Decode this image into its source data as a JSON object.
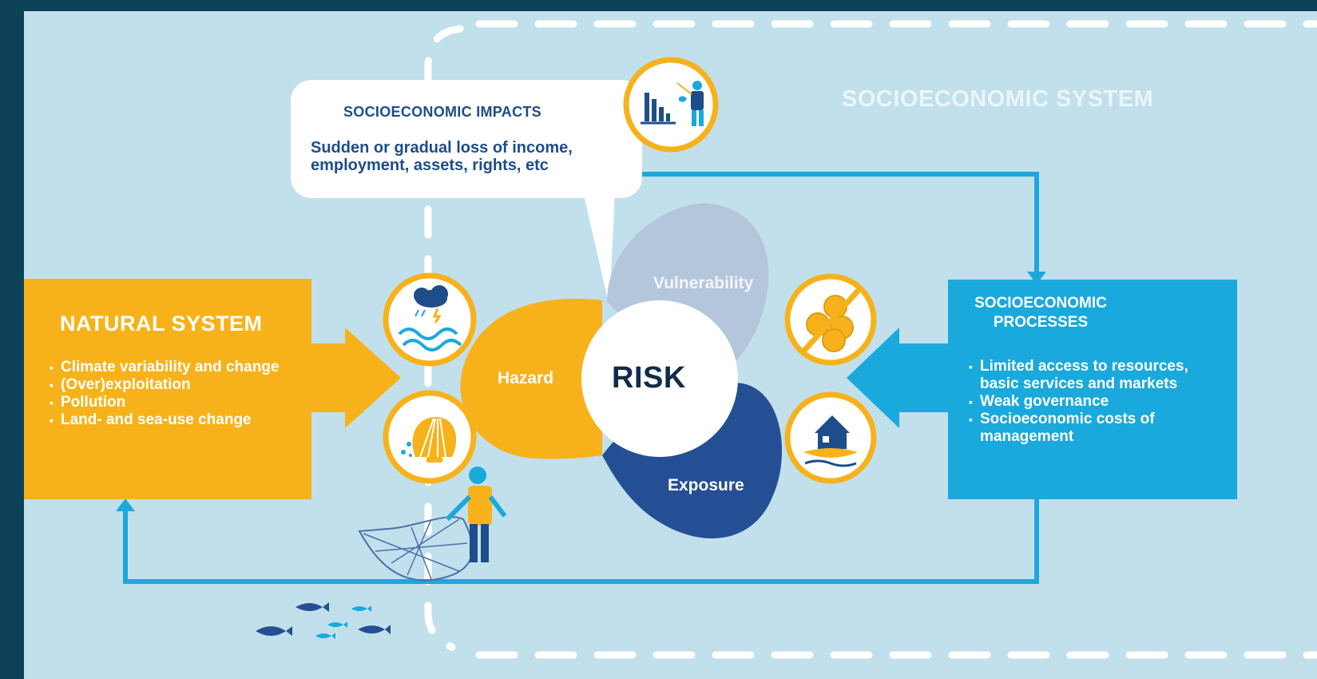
{
  "header": {
    "system_label": "SOCIOECONOMIC SYSTEM"
  },
  "impacts": {
    "title": "SOCIOECONOMIC IMPACTS",
    "text": "Sudden or gradual loss of income, employment, assets, rights, etc"
  },
  "natural_system": {
    "title": "NATURAL SYSTEM",
    "items": [
      "Climate variability and change",
      "(Over)exploitation",
      "Pollution",
      "Land- and sea-use change"
    ]
  },
  "processes": {
    "title": "SOCIOECONOMIC PROCESSES",
    "items": [
      "Limited access to resources, basic services and markets",
      "Weak governance",
      "Socioeconomic costs of management"
    ]
  },
  "risk": {
    "center": "RISK",
    "petals": {
      "hazard": "Hazard",
      "vulnerability": "Vulnerability",
      "exposure": "Exposure"
    }
  },
  "colors": {
    "background": "#c1e0ec",
    "frame": "#0d4157",
    "natural": "#f7b21b",
    "processes": "#1aa9dc",
    "exposure": "#254f95",
    "vulnerability": "#b4c6dc",
    "flow": "#1ea7db",
    "text_dark": "#1d4d8a"
  },
  "icons": [
    "fisherman-chart-icon",
    "storm-waves-icon",
    "shell-icon",
    "no-coins-icon",
    "flooded-house-icon",
    "fisher-with-net-illustration",
    "fish-school-illustration"
  ]
}
